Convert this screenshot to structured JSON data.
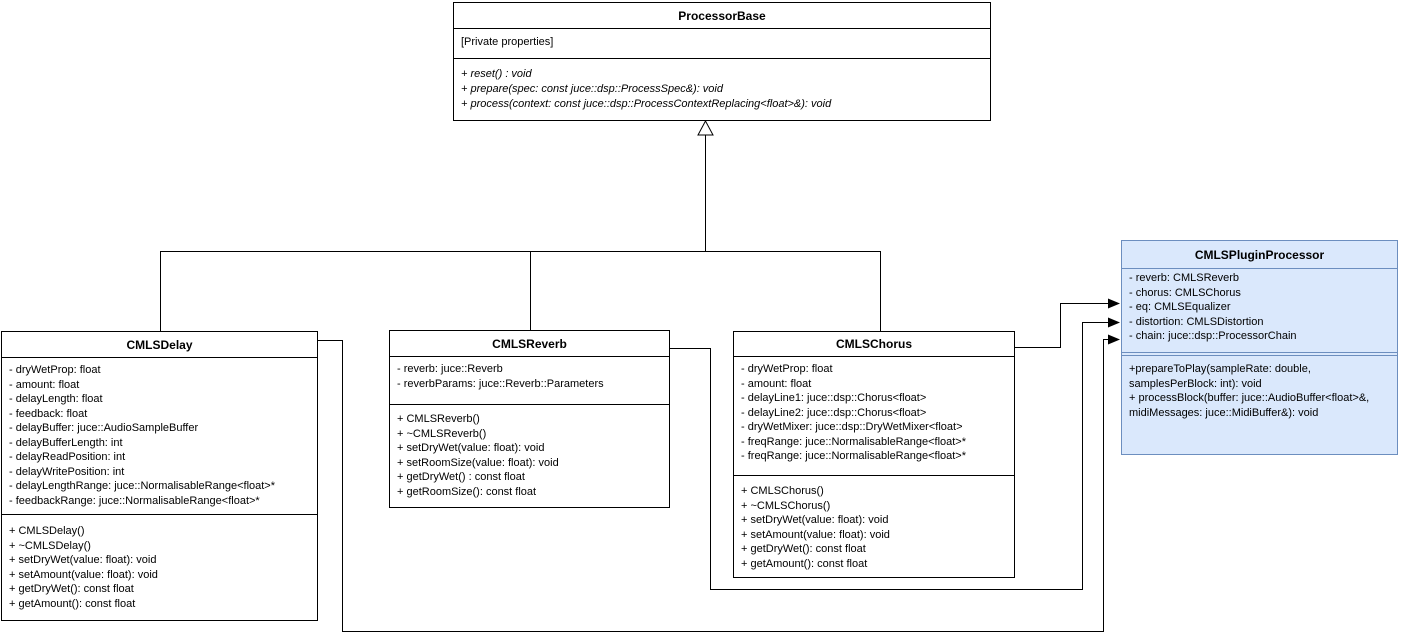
{
  "diagram": {
    "classes": {
      "processor_base": {
        "title": "ProcessorBase",
        "attributes": [
          "[Private properties]"
        ],
        "methods": [
          "+ reset() : void",
          "+ prepare(spec: const juce::dsp::ProcessSpec&): void",
          "+ process(context: const juce::dsp::ProcessContextReplacing<float>&): void"
        ]
      },
      "cmls_delay": {
        "title": "CMLSDelay",
        "attributes": [
          "- dryWetProp: float",
          "- amount: float",
          "- delayLength: float",
          "- feedback: float",
          "- delayBuffer: juce::AudioSampleBuffer",
          "- delayBufferLength: int",
          "- delayReadPosition: int",
          "- delayWritePosition: int",
          "- delayLengthRange: juce::NormalisableRange<float>*",
          "- feedbackRange: juce::NormalisableRange<float>*"
        ],
        "methods": [
          "+ CMLSDelay()",
          "+ ~CMLSDelay()",
          "+ setDryWet(value: float): void",
          "+ setAmount(value: float): void",
          "+ getDryWet(): const float",
          "+ getAmount(): const float"
        ]
      },
      "cmls_reverb": {
        "title": "CMLSReverb",
        "attributes": [
          "- reverb: juce::Reverb",
          "- reverbParams: juce::Reverb::Parameters"
        ],
        "methods": [
          "+ CMLSReverb()",
          "+ ~CMLSReverb()",
          "+ setDryWet(value: float): void",
          "+ setRoomSize(value: float): void",
          "+ getDryWet() : const float",
          "+ getRoomSize(): const float"
        ]
      },
      "cmls_chorus": {
        "title": "CMLSChorus",
        "attributes": [
          "- dryWetProp: float",
          "- amount: float",
          "- delayLine1: juce::dsp::Chorus<float>",
          "- delayLine2: juce::dsp::Chorus<float>",
          "- dryWetMixer: juce::dsp::DryWetMixer<float>",
          "- freqRange: juce::NormalisableRange<float>*",
          "- freqRange: juce::NormalisableRange<float>*"
        ],
        "methods": [
          "+ CMLSChorus()",
          "+ ~CMLSChorus()",
          "+ setDryWet(value: float): void",
          "+ setAmount(value: float): void",
          "+ getDryWet(): const float",
          "+ getAmount(): const float"
        ]
      },
      "cmls_plugin_processor": {
        "title": "CMLSPluginProcessor",
        "attributes": [
          "- reverb: CMLSReverb",
          "- chorus: CMLSChorus",
          "- eq: CMLSEqualizer",
          "- distortion: CMLSDistortion",
          "- chain: juce::dsp::ProcessorChain"
        ],
        "method_lines": [
          "+prepareToPlay(sampleRate: double,",
          "samplesPerBlock: int): void",
          "+ processBlock(buffer: juce::AudioBuffer<float>&,",
          "midiMessages: juce::MidiBuffer&): void"
        ]
      }
    },
    "relationships": [
      {
        "type": "generalization",
        "from": "CMLSDelay",
        "to": "ProcessorBase"
      },
      {
        "type": "generalization",
        "from": "CMLSReverb",
        "to": "ProcessorBase"
      },
      {
        "type": "generalization",
        "from": "CMLSChorus",
        "to": "ProcessorBase"
      },
      {
        "type": "directed-association",
        "from": "CMLSDelay",
        "to": "CMLSPluginProcessor"
      },
      {
        "type": "directed-association",
        "from": "CMLSReverb",
        "to": "CMLSPluginProcessor"
      },
      {
        "type": "directed-association",
        "from": "CMLSChorus",
        "to": "CMLSPluginProcessor"
      }
    ],
    "colors": {
      "box_fill": "#ffffff",
      "box_border": "#000000",
      "highlight_fill": "#dae8fc",
      "highlight_border": "#6c8ebf",
      "line": "#000000"
    }
  }
}
